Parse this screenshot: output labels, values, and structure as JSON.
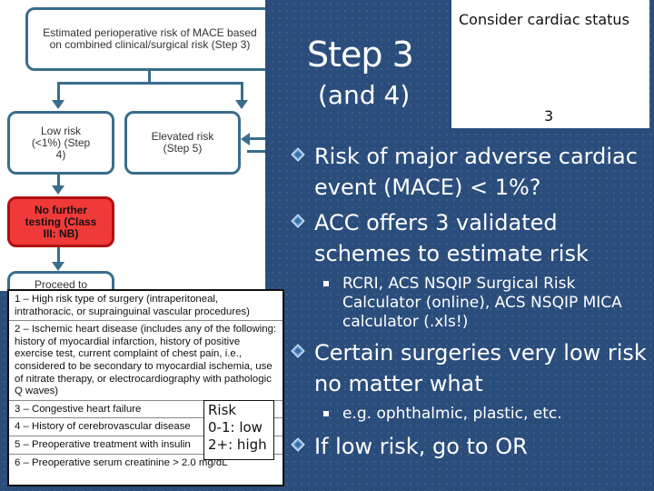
{
  "flowchart": {
    "top_box": "Estimated perioperative risk of MACE based on combined clinical/surgical risk (Step 3)",
    "low_risk": "Low risk (<1%) (Step 4)",
    "elevated_risk": "Elevated risk (Step 5)",
    "no_testing": "No further testing (Class III: NB)",
    "proceed": "Proceed to"
  },
  "criteria": [
    "1 – High risk type of surgery (intraperitoneal, intrathoracic, or suprainguinal vascular procedures)",
    "2 – Ischemic heart disease (includes any of the following: history of myocardial infarction, history of positive exercise test, current complaint of chest pain, i.e., considered to be secondary to myocardial ischemia, use of nitrate therapy, or electrocardiography with pathologic Q waves)",
    "3 – Congestive heart failure",
    "4 – History of cerebrovascular disease",
    "5 – Preoperative treatment with insulin",
    "6 – Preoperative serum creatinine > 2.0 mg/dL"
  ],
  "risk_box": {
    "title": "Risk",
    "low": "0-1: low",
    "high": "2+: high"
  },
  "title": {
    "step": "Step 3",
    "sub": "(and 4)"
  },
  "status_box": {
    "text": "Consider cardiac status",
    "number": "3"
  },
  "bullets": [
    {
      "text": "Risk of major adverse cardiac event (MACE) < 1%?"
    },
    {
      "text": "ACC offers 3 validated schemes to estimate risk"
    },
    {
      "text": "RCRI, ACS NSQIP Surgical Risk Calculator (online), ACS NSQIP MICA calculator (.xls!)"
    },
    {
      "text": "Certain surgeries very low risk no matter what"
    },
    {
      "text": "e.g. ophthalmic, plastic, etc."
    },
    {
      "text": "If low risk, go to OR"
    }
  ],
  "icons": {
    "bullet": "diamond-bullet-icon",
    "sub_bullet": "square-bullet-icon"
  }
}
